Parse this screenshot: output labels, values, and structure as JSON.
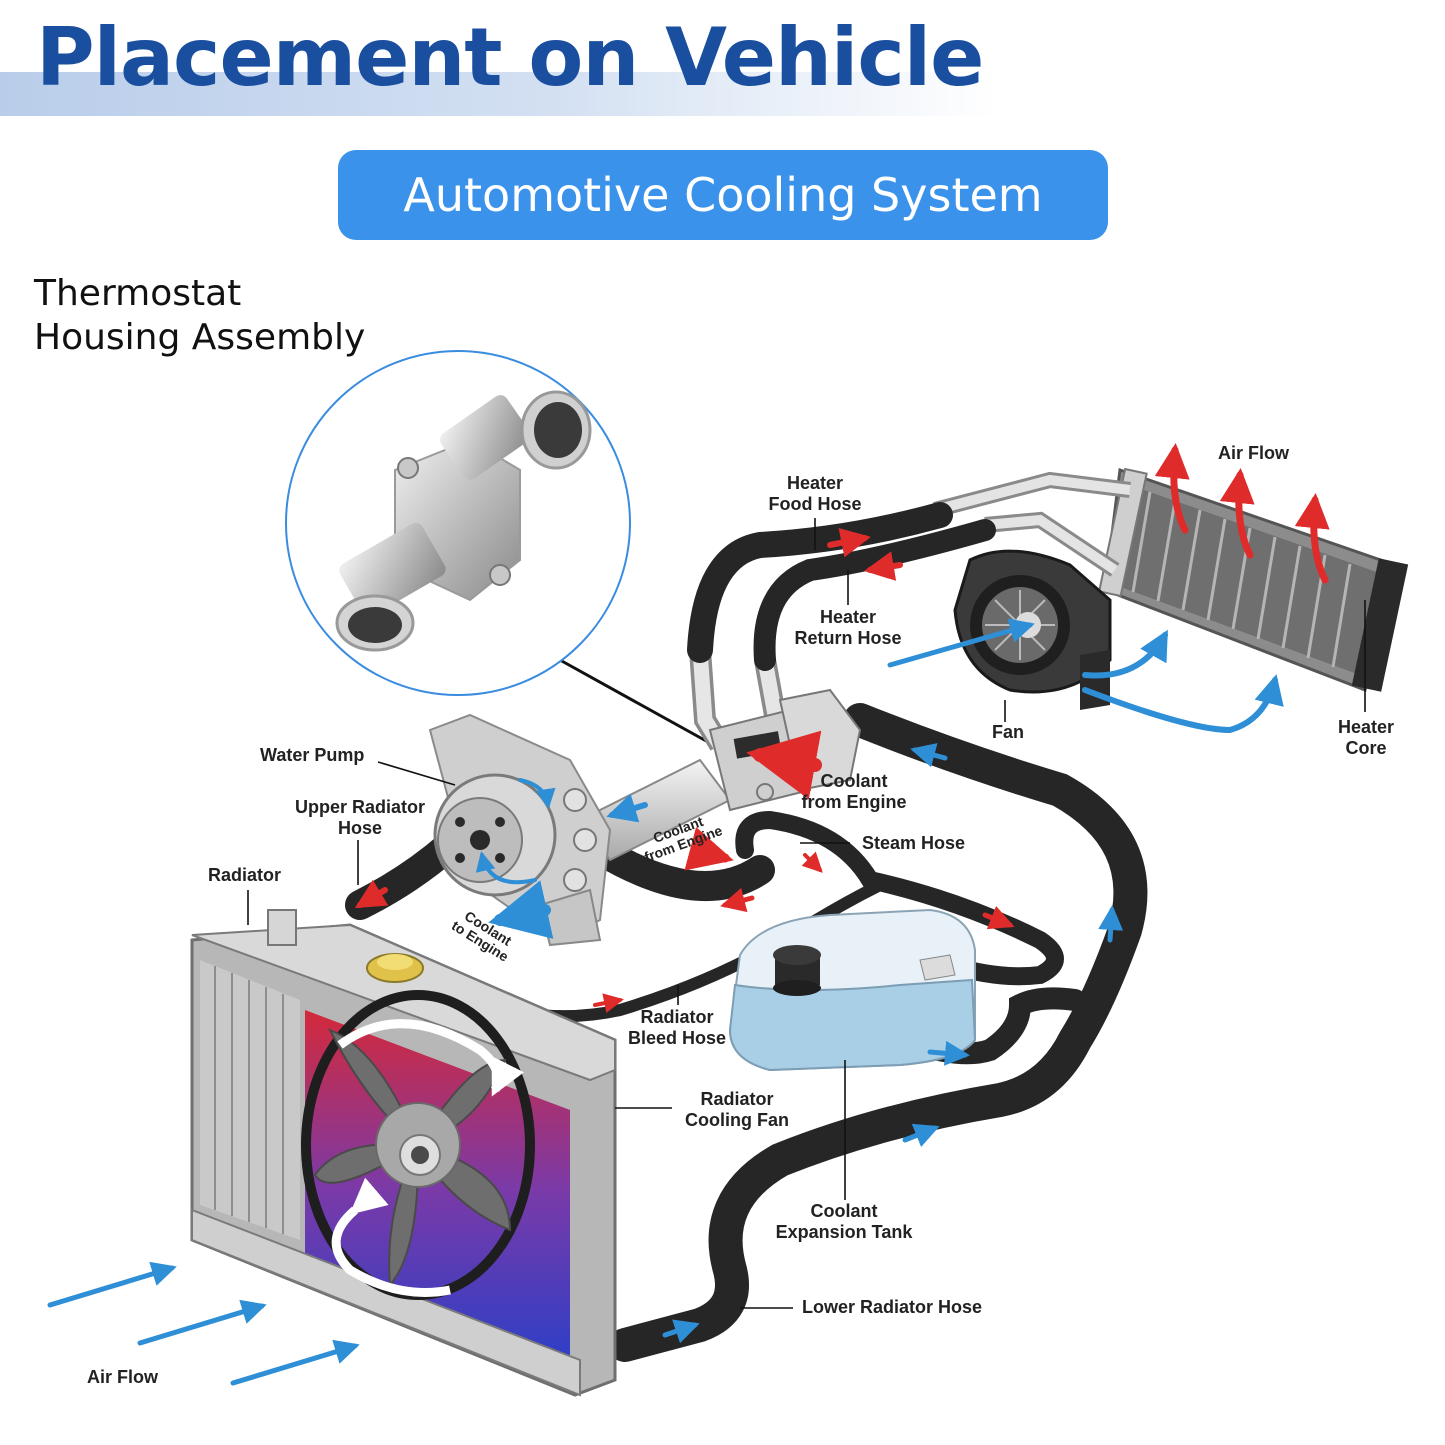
{
  "header": {
    "title": "Placement on Vehicle",
    "subtitle": "Automotive Cooling System"
  },
  "part": {
    "label_line1": "Thermostat",
    "label_line2": "Housing Assembly"
  },
  "labels": {
    "air_flow_top": "Air Flow",
    "heater_food_hose_1": "Heater",
    "heater_food_hose_2": "Food Hose",
    "heater_return_hose_1": "Heater",
    "heater_return_hose_2": "Return Hose",
    "fan": "Fan",
    "heater_core_1": "Heater",
    "heater_core_2": "Core",
    "water_pump": "Water Pump",
    "upper_radiator_hose_1": "Upper Radiator",
    "upper_radiator_hose_2": "Hose",
    "radiator": "Radiator",
    "coolant_from_engine_1": "Coolant",
    "coolant_from_engine_2": "from Engine",
    "coolant_from_engine_small_1": "Coolant",
    "coolant_from_engine_small_2": "from Engine",
    "steam_hose": "Steam Hose",
    "coolant_to_engine_1": "Coolant",
    "coolant_to_engine_2": "to Engine",
    "radiator_bleed_hose_1": "Radiator",
    "radiator_bleed_hose_2": "Bleed Hose",
    "radiator_cooling_fan_1": "Radiator",
    "radiator_cooling_fan_2": "Cooling Fan",
    "coolant_expansion_tank_1": "Coolant",
    "coolant_expansion_tank_2": "Expansion Tank",
    "lower_radiator_hose": "Lower Radiator Hose",
    "air_flow_bottom": "Air Flow"
  },
  "colors": {
    "title_blue": "#1a4fa0",
    "pill_blue": "#3a92ea",
    "flow_blue": "#2f8fd6",
    "flow_red": "#e02b2b",
    "hose_black": "#262626",
    "tank_blue": "#a9cfe6"
  }
}
